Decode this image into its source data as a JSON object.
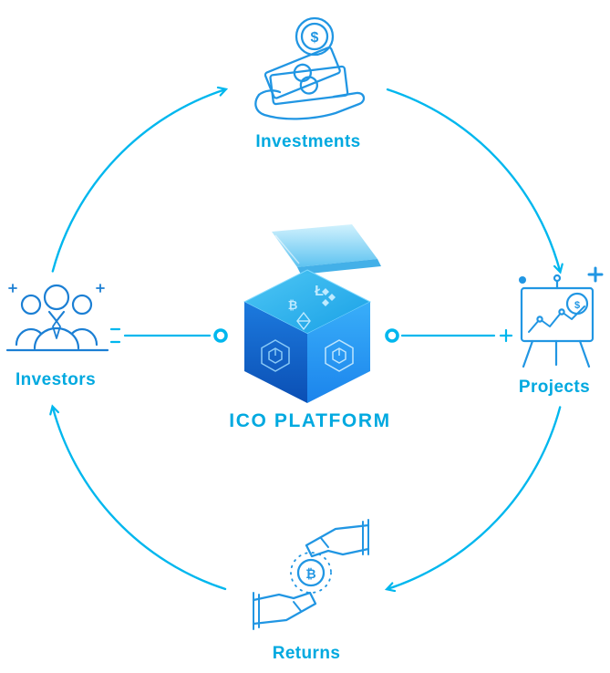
{
  "diagram": {
    "center": {
      "label": "ICO PLATFORM",
      "icon": "crypto-cube-icon"
    },
    "nodes": [
      {
        "id": "investments",
        "label": "Investments",
        "position": "top",
        "icon": "money-in-hand-icon"
      },
      {
        "id": "projects",
        "label": "Projects",
        "position": "right",
        "icon": "project-board-icon"
      },
      {
        "id": "returns",
        "label": "Returns",
        "position": "bottom",
        "icon": "handshake-bitcoin-icon"
      },
      {
        "id": "investors",
        "label": "Investors",
        "position": "left",
        "icon": "investors-group-icon"
      }
    ],
    "flow_clockwise": [
      "Investors",
      "Investments",
      "Projects",
      "Returns"
    ]
  },
  "glyphs": {
    "dollar": "$",
    "bitcoin": "₿",
    "litecoin": "Ł"
  },
  "colors": {
    "accent": "#00b7ee",
    "label": "#00a9e0",
    "icon": "#2196e3",
    "icon-deep": "#1b7fd4",
    "cube-left": "#0d62c4",
    "cube-right": "#2fa3f8",
    "cube-top": "#23aeea",
    "lid": "#9fe0fa"
  }
}
